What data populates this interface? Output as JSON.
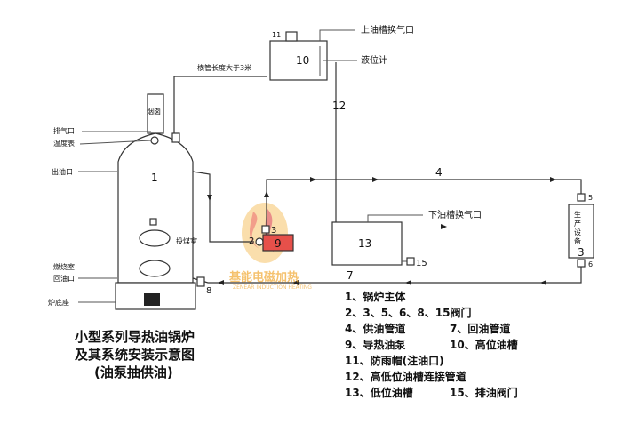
{
  "labels": {
    "upper_vent": "上油槽换气口",
    "level_gauge": "液位计",
    "horizontal_pipe": "横管长度大于3米",
    "chimney": "烟囱",
    "exhaust": "排气口",
    "thermometer": "温度表",
    "outlet": "出油口",
    "coal_door": "投煤室",
    "combustion": "燃烧室",
    "return_inlet": "回油口",
    "base": "炉底座",
    "lower_vent": "下油槽换气口",
    "production_equipment": "生产设备"
  },
  "numbers": {
    "n1": "1",
    "n2": "2",
    "n3": "3",
    "n3b": "3",
    "n4": "4",
    "n5": "5",
    "n6": "6",
    "n7": "7",
    "n8": "8",
    "n9": "9",
    "n10": "10",
    "n11": "11",
    "n12": "12",
    "n13": "13",
    "n15": "15"
  },
  "title": {
    "line1": "小型系列导热油锅炉",
    "line2": "及其系统安装示意图",
    "line3": "(油泵抽供油)"
  },
  "legend": {
    "r1": "1、锅炉主体",
    "r2": "2、3、5、6、8、15阀门",
    "r3a": "4、供油管道",
    "r3b": "7、回油管道",
    "r4a": "9、导热油泵",
    "r4b": "10、高位油槽",
    "r5": "11、防雨帽(注油口)",
    "r6": "12、高低位油槽连接管道",
    "r7a": "13、低位油槽",
    "r7b": "15、排油阀门"
  },
  "watermark": {
    "main": "基能电磁加热",
    "sub": "ZENEAR INDUCTION HEATING"
  },
  "colors": {
    "pump_fill": "#e6504a",
    "watermark": "#f0a020"
  }
}
